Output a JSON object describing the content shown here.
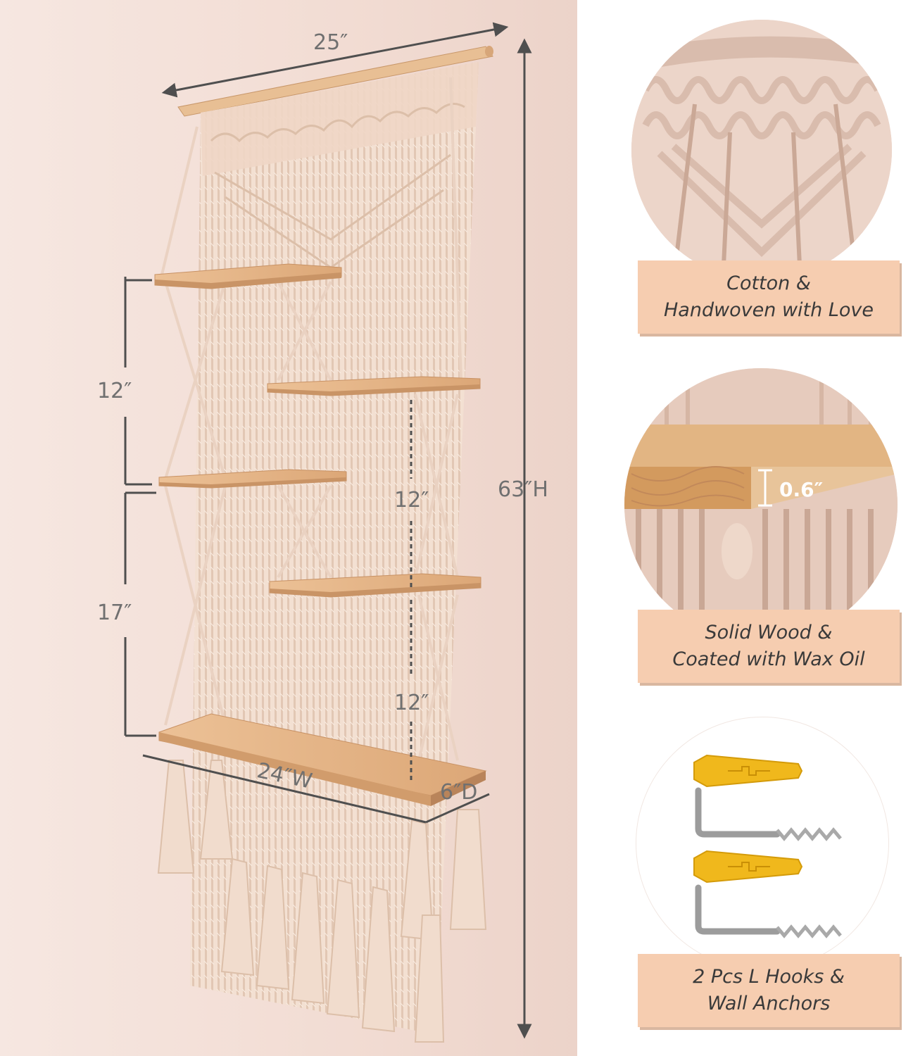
{
  "dimensions": {
    "rod_width": "25″",
    "total_height": "63″H",
    "left_gap_upper": "12″",
    "left_gap_lower": "17″",
    "right_gap_upper": "12″",
    "right_gap_lower": "12″",
    "shelf_width": "24″W",
    "shelf_depth": "6″D",
    "board_thickness": "0.6″"
  },
  "features": [
    {
      "line1": "Cotton &",
      "line2": "Handwoven with Love"
    },
    {
      "line1": "Solid Wood &",
      "line2": "Coated with Wax Oil"
    },
    {
      "line1": "2 Pcs L Hooks &",
      "line2": "Wall Anchors"
    }
  ],
  "colors": {
    "rope": "#f3e0d2",
    "wood": "#e6b889",
    "label_bg": "#f6cdb0",
    "dimension_line": "#5a5a5a",
    "anchor_yellow": "#f0b81c"
  }
}
